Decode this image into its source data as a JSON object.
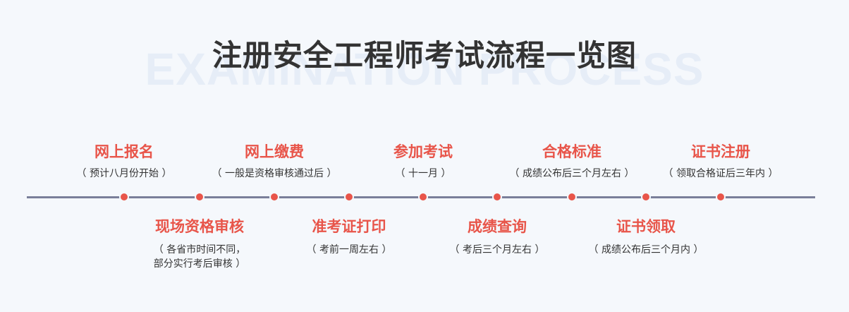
{
  "title": "注册安全工程师考试流程一览图",
  "watermark": "EXAMINATION PROCESS",
  "steps": [
    {
      "title": "网上报名",
      "note": [
        "（ 预计八月份开始 ）"
      ],
      "position": "upper"
    },
    {
      "title": "现场资格审核",
      "note": [
        "（ 各省市时间不同，",
        "部分实行考后审核 ）"
      ],
      "position": "lower"
    },
    {
      "title": "网上缴费",
      "note": [
        "（ 一般是资格审核通过后 ）"
      ],
      "position": "upper"
    },
    {
      "title": "准考证打印",
      "note": [
        "（ 考前一周左右 ）"
      ],
      "position": "lower"
    },
    {
      "title": "参加考试",
      "note": [
        "（ 十一月 ）"
      ],
      "position": "upper"
    },
    {
      "title": "成绩查询",
      "note": [
        "（ 考后三个月左右 ）"
      ],
      "position": "lower"
    },
    {
      "title": "合格标准",
      "note": [
        "（ 成绩公布后三个月左右 ）"
      ],
      "position": "upper"
    },
    {
      "title": "证书领取",
      "note": [
        "（ 成绩公布后三个月内 ）"
      ],
      "position": "lower"
    },
    {
      "title": "证书注册",
      "note": [
        "（ 领取合格证后三年内 ）"
      ],
      "position": "upper"
    }
  ],
  "colors": {
    "accent": "#e8554a",
    "line": "#7a7f9a",
    "background": "#f5f8fc",
    "title": "#333333"
  }
}
